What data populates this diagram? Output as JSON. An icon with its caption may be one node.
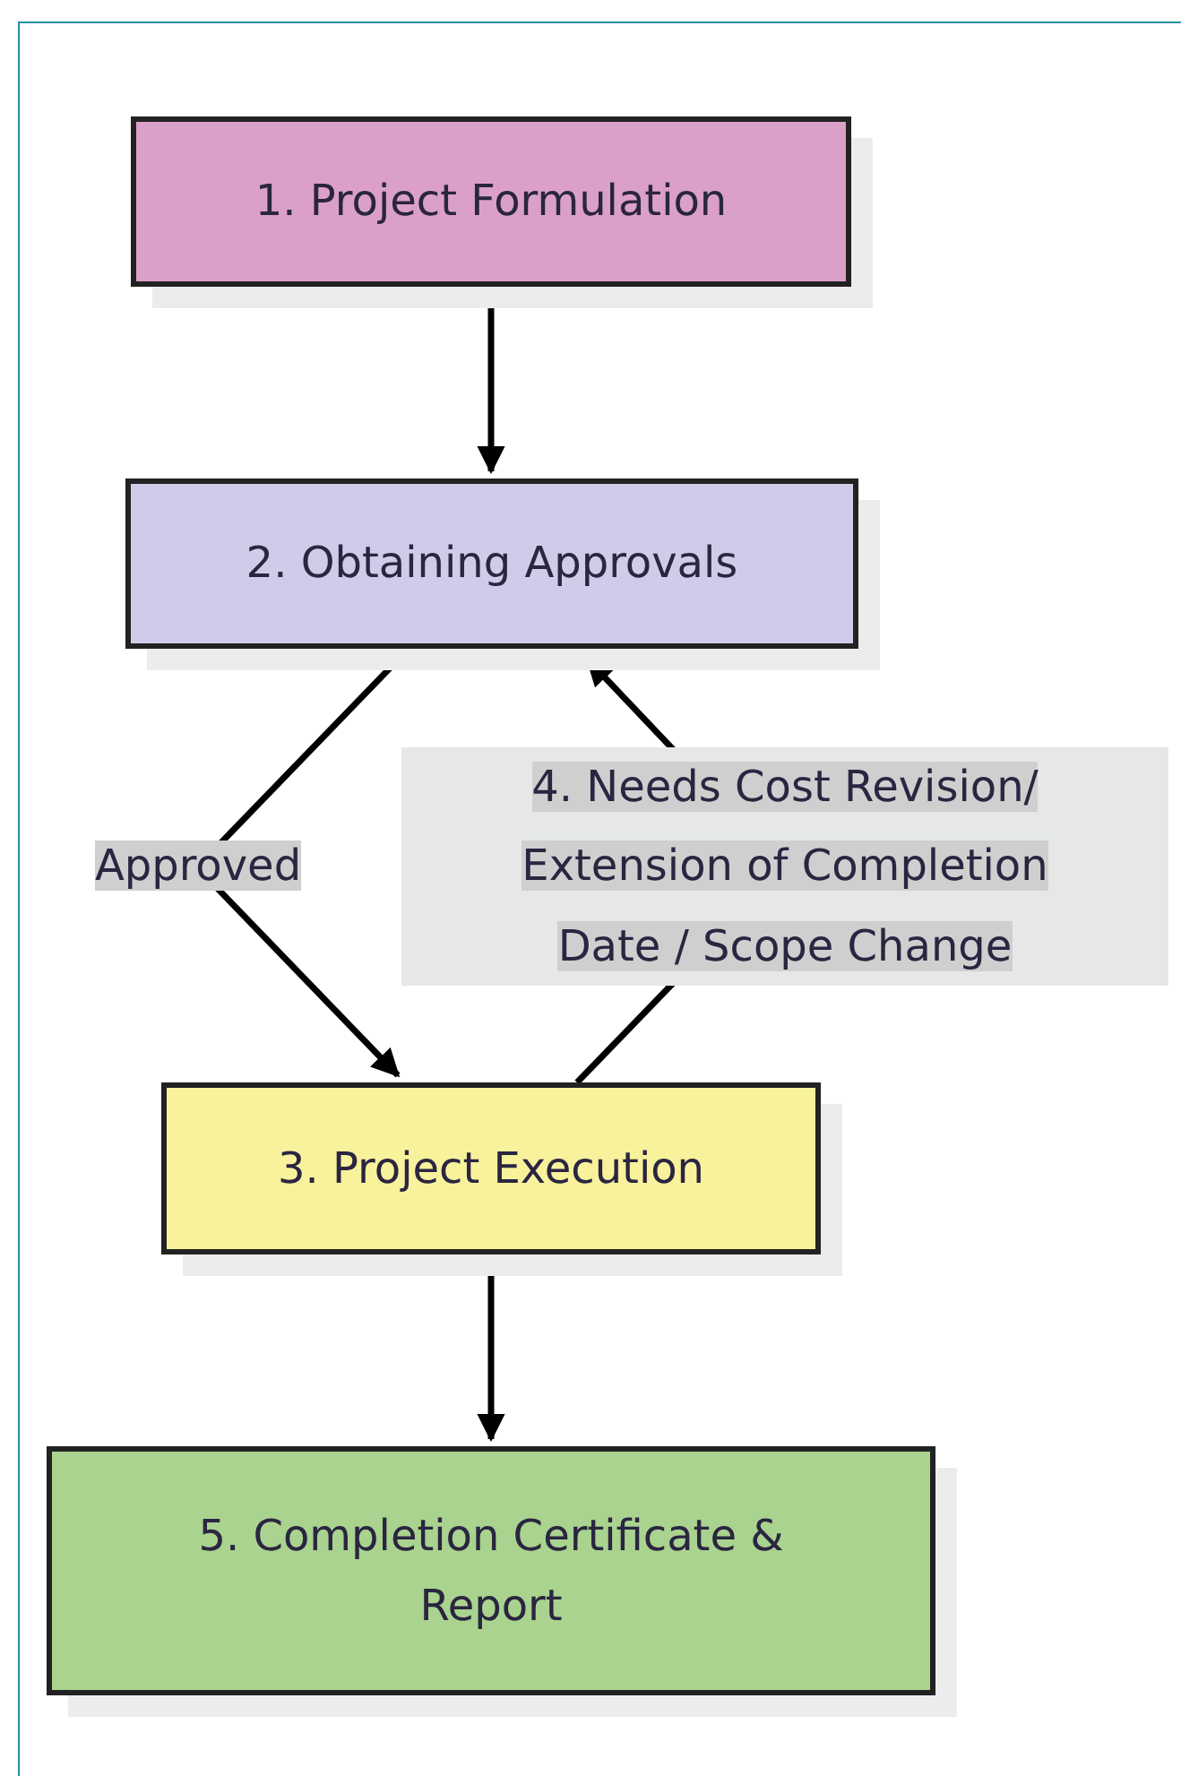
{
  "diagram": {
    "nodes": [
      {
        "text": [
          "1. Project Formulation"
        ]
      },
      {
        "text": [
          "2. Obtaining Approvals"
        ]
      },
      {
        "text": [
          "3. Project Execution"
        ]
      },
      {
        "text": [
          "5. Completion Certificate & Report"
        ]
      }
    ],
    "edges": [
      {
        "from": 0,
        "to": 1,
        "arrow": "to"
      },
      {
        "from": 1,
        "to": 2,
        "arrow": "to",
        "label": "Approved"
      },
      {
        "from": 2,
        "to": 1,
        "arrow": "to",
        "label": "4. Needs Cost Revision/ Extension of Completion Date / Scope Change"
      },
      {
        "from": 2,
        "to": 3,
        "arrow": "to"
      }
    ]
  }
}
